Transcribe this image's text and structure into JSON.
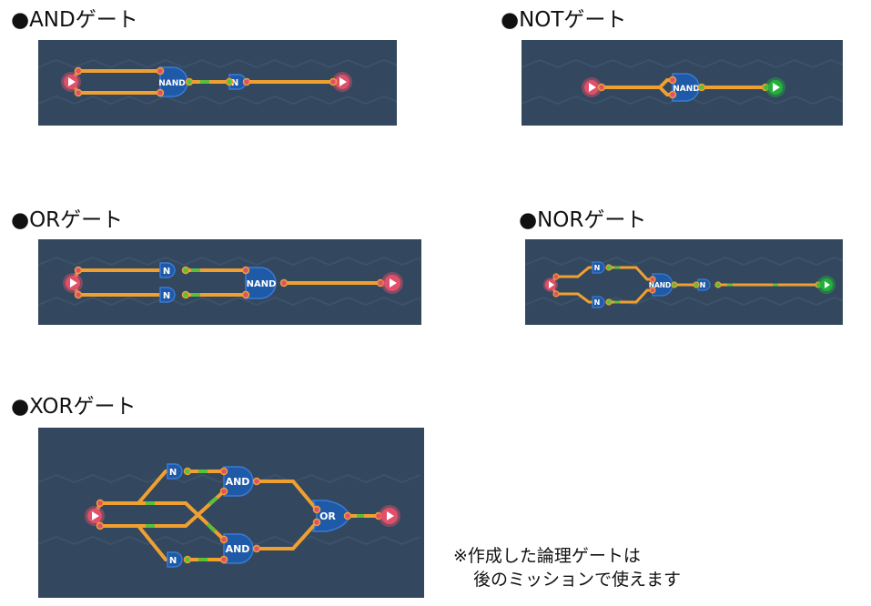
{
  "sections": {
    "and": {
      "title": "●ANDゲート"
    },
    "not": {
      "title": "●NOTゲート"
    },
    "or": {
      "title": "●ORゲート"
    },
    "nor": {
      "title": "●NORゲート"
    },
    "xor": {
      "title": "●XORゲート"
    }
  },
  "gates": {
    "nand": "NAND",
    "not": "N",
    "and": "AND",
    "or": "OR"
  },
  "note": {
    "line1": "※作成した論理ゲートは",
    "line2": "後のミッションで使えます"
  },
  "colors": {
    "panel": "#33475e",
    "wire": "#f0a030",
    "gate": "#1e5aa8",
    "input_node": "#e0506a",
    "output_on": "#22b03c",
    "active_segment": "#5bbf3a"
  }
}
